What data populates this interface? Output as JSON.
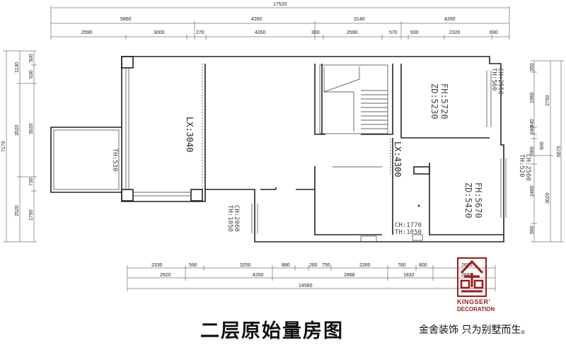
{
  "title": "二层原始量房图",
  "slogan": "金舍装饰 只为别墅而生。",
  "brand": {
    "name": "KINGSER'",
    "sub": "DECORATION",
    "color": "#9b1b1b"
  },
  "dimensions": {
    "top_total": "17520",
    "top_row1": [
      "5860",
      "4260",
      "3140",
      "4260"
    ],
    "top_row2": [
      "2590",
      "3000",
      "270",
      "4260",
      "300",
      "2590",
      "570",
      "930",
      "2320",
      "690"
    ],
    "left_outer": [
      "7170"
    ],
    "left_row1": [
      "1130",
      "3520",
      "2520"
    ],
    "left_row2": [
      "500",
      "630",
      "3520",
      "730",
      "1790"
    ],
    "right_outer": [
      "6670"
    ],
    "right_row1": [
      "2750",
      "3020"
    ],
    "right_row2": [
      "350",
      "1960",
      "240",
      "440",
      "900",
      "660",
      "2460",
      "560"
    ],
    "bottom_row1": [
      "2330",
      "590",
      "3250",
      "880",
      "260",
      "750",
      "2260",
      "780",
      "800",
      "2680"
    ],
    "bottom_row2": [
      "2920",
      "4260",
      "2888",
      "1832",
      "2680"
    ],
    "bottom_total": "14580"
  },
  "labels": {
    "lx1": "LX:3040",
    "lx2": "LX:4300",
    "th_left": "TH:530",
    "room1_fh": "FH:5720",
    "room1_zd": "ZD:5230",
    "room1_ch": "CH:2550",
    "room1_th": "TH:560",
    "room2_fh": "FH:5670",
    "room2_zd": "ZD:5420",
    "room2_ch": "CH:2560",
    "room2_th": "TH:520",
    "bath_ch": "CH:1770",
    "bath_th": "TH:1050",
    "mid_ch": "CH:2060",
    "mid_th": "TH:1050"
  }
}
